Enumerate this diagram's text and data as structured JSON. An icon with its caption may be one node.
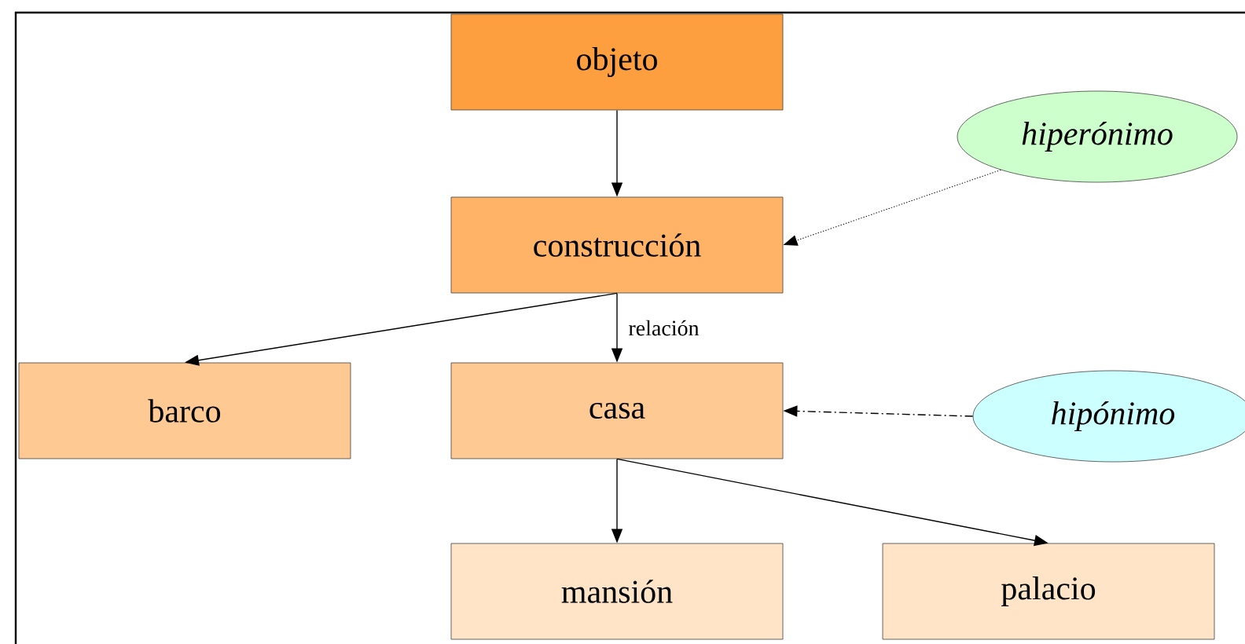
{
  "diagram": {
    "nodes": [
      {
        "text": [
          "objeto"
        ]
      },
      {
        "text": [
          "construcción"
        ]
      },
      {
        "text": [
          "barco"
        ]
      },
      {
        "text": [
          "casa"
        ]
      },
      {
        "text": [
          "mansión"
        ]
      },
      {
        "text": [
          "palacio"
        ]
      },
      {
        "text": [
          "hiperónimo"
        ]
      },
      {
        "text": [
          "hipónimo"
        ]
      }
    ],
    "edges": [
      {
        "from": 0,
        "to": 1,
        "arrow": "to"
      },
      {
        "from": 1,
        "to": 2,
        "arrow": "to"
      },
      {
        "from": 1,
        "to": 3,
        "arrow": "to",
        "label": "relación"
      },
      {
        "from": 3,
        "to": 4,
        "arrow": "to"
      },
      {
        "from": 3,
        "to": 5,
        "arrow": "to"
      },
      {
        "from": 6,
        "to": 1,
        "arrow": "to",
        "style": "dashed"
      },
      {
        "from": 7,
        "to": 3,
        "arrow": "to",
        "style": "dashed"
      }
    ]
  }
}
